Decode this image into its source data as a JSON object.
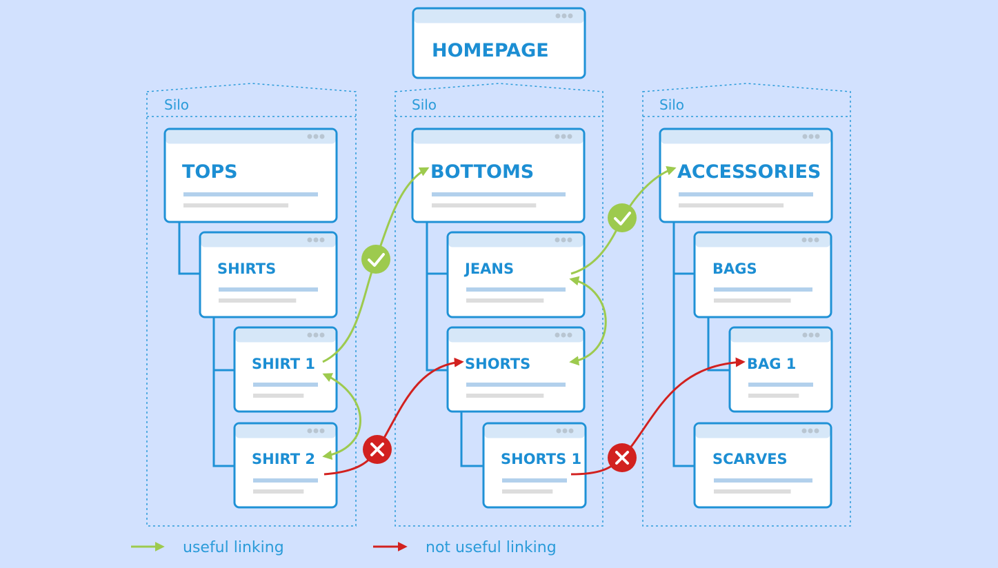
{
  "homepage": {
    "title": "HOMEPAGE"
  },
  "silos": [
    {
      "label": "Silo",
      "category": "TOPS",
      "children": [
        {
          "title": "SHIRTS",
          "children": [
            "SHIRT 1",
            "SHIRT 2"
          ]
        }
      ]
    },
    {
      "label": "Silo",
      "category": "BOTTOMS",
      "children": [
        {
          "title": "JEANS",
          "children": []
        },
        {
          "title": "SHORTS",
          "children": [
            "SHORTS 1"
          ]
        }
      ]
    },
    {
      "label": "Silo",
      "category": "ACCESSORIES",
      "children": [
        {
          "title": "BAGS",
          "children": [
            "BAG 1"
          ]
        },
        {
          "title": "SCARVES",
          "children": []
        }
      ]
    }
  ],
  "links": [
    {
      "from": "SHIRT 1",
      "to": "BOTTOMS",
      "type": "useful"
    },
    {
      "from": "SHIRT 1",
      "to": "SHIRT 2",
      "type": "useful",
      "bidirectional": true
    },
    {
      "from": "JEANS",
      "to": "ACCESSORIES",
      "type": "useful"
    },
    {
      "from": "JEANS",
      "to": "SHORTS",
      "type": "useful",
      "bidirectional": true
    },
    {
      "from": "SHIRT 2",
      "to": "SHORTS",
      "type": "not useful"
    },
    {
      "from": "SHORTS 1",
      "to": "BAG 1",
      "type": "not useful"
    }
  ],
  "legend": {
    "useful_label": "useful linking",
    "not_useful_label": "not useful linking"
  },
  "colors": {
    "background": "#d2e1fe",
    "card_border": "#1f91d6",
    "card_header": "#d6e7f8",
    "useful": "#9dca4e",
    "not_useful": "#d2211f"
  }
}
